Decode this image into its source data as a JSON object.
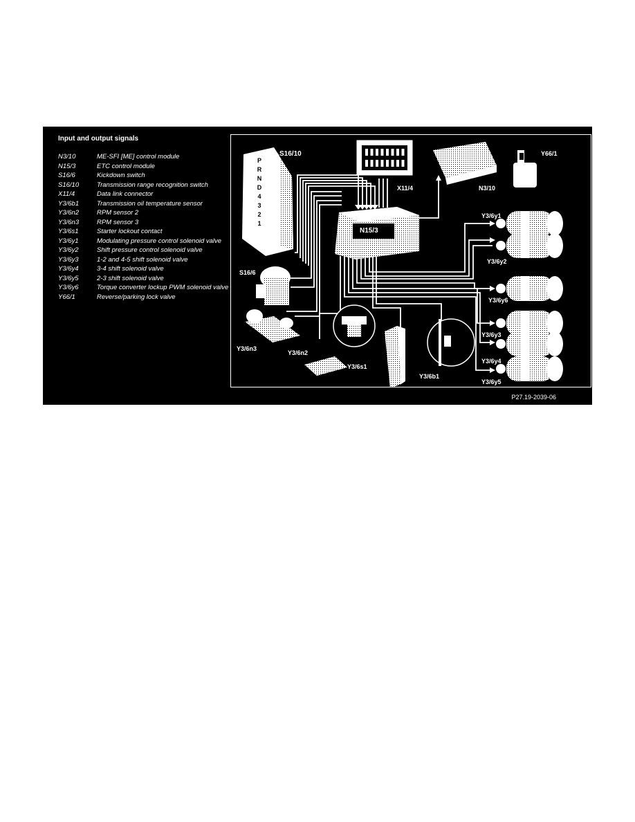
{
  "figure": {
    "title": "Input and output signals",
    "figure_id": "P27.19-2039-06",
    "legend": [
      {
        "code": "N3/10",
        "desc": "ME-SFI [ME] control module"
      },
      {
        "code": "N15/3",
        "desc": "ETC control module"
      },
      {
        "code": "S16/6",
        "desc": "Kickdown switch"
      },
      {
        "code": "S16/10",
        "desc": "Transmission range recognition switch"
      },
      {
        "code": "X11/4",
        "desc": "Data link connector"
      },
      {
        "code": "Y3/6b1",
        "desc": "Transmission oil temperature sensor"
      },
      {
        "code": "Y3/6n2",
        "desc": "RPM sensor 2"
      },
      {
        "code": "Y3/6n3",
        "desc": "RPM sensor 3"
      },
      {
        "code": "Y3/6s1",
        "desc": "Starter lockout contact"
      },
      {
        "code": "Y3/6y1",
        "desc": "Modulating pressure control solenoid valve"
      },
      {
        "code": "Y3/6y2",
        "desc": "Shift pressure control solenoid valve"
      },
      {
        "code": "Y3/6y3",
        "desc": "1-2 and 4-5 shift solenoid valve"
      },
      {
        "code": "Y3/6y4",
        "desc": "3-4 shift solenoid valve"
      },
      {
        "code": "Y3/6y5",
        "desc": "2-3 shift solenoid valve"
      },
      {
        "code": "Y3/6y6",
        "desc": "Torque converter lockup PWM solenoid valve"
      },
      {
        "code": "Y66/1",
        "desc": "Reverse/parking lock valve"
      }
    ]
  },
  "diagram": {
    "labels": {
      "s16_10": "S16/10",
      "x11_4": "X11/4",
      "n3_10": "N3/10",
      "y66_1": "Y66/1",
      "n15_3": "N15/3",
      "s16_6": "S16/6",
      "y3_6n3": "Y3/6n3",
      "y3_6n2": "Y3/6n2",
      "y3_6s1": "Y3/6s1",
      "y3_6b1": "Y3/6b1",
      "y3_6y1": "Y3/6y1",
      "y3_6y2": "Y3/6y2",
      "y3_6y6": "Y3/6y6",
      "y3_6y3": "Y3/6y3",
      "y3_6y4": "Y3/6y4",
      "y3_6y5": "Y3/6y5"
    },
    "gear_positions": [
      "P",
      "R",
      "N",
      "D",
      "4",
      "3",
      "2",
      "1"
    ]
  }
}
